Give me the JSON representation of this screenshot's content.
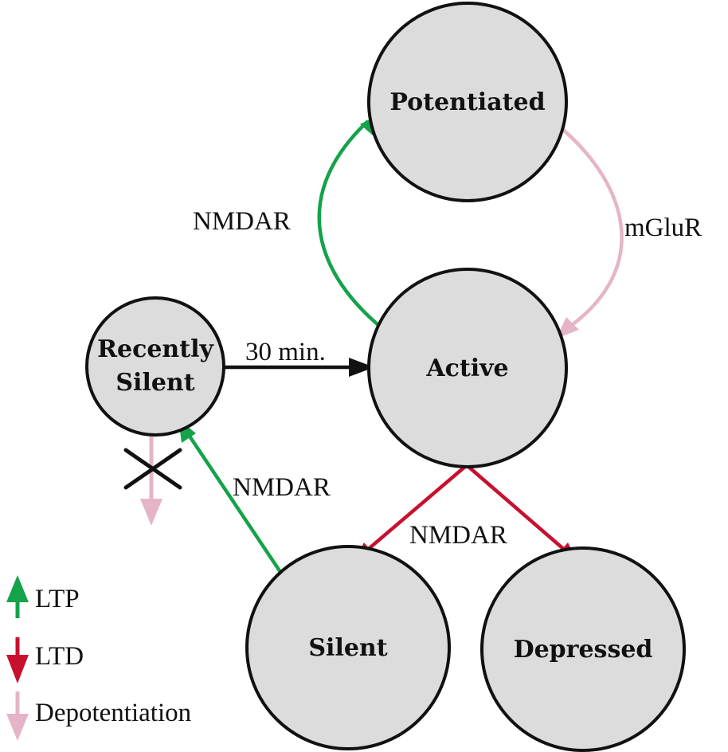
{
  "colors": {
    "ltp": "#14a24a",
    "ltd": "#c8102e",
    "depotentiation": "#e6b4c8",
    "neutral": "#111111",
    "node_fill": "#dcdcdc"
  },
  "nodes": {
    "potentiated": "Potentiated",
    "active": "Active",
    "recently_silent_line1": "Recently",
    "recently_silent_line2": "Silent",
    "silent": "Silent",
    "depressed": "Depressed"
  },
  "edges": {
    "active_to_potentiated": "NMDAR",
    "potentiated_to_active": "mGluR",
    "recently_silent_to_active": "30 min.",
    "silent_to_recently_silent": "NMDAR",
    "active_to_silent_depressed": "NMDAR"
  },
  "legend": {
    "ltp": "LTP",
    "ltd": "LTD",
    "depotentiation": "Depotentiation"
  }
}
